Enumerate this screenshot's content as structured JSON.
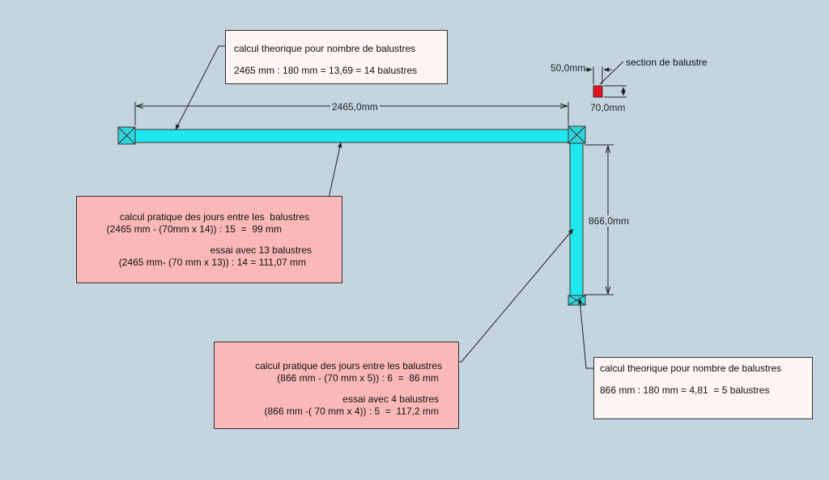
{
  "colors": {
    "background": "#c4d5e0",
    "rail_fill": "#1ee8ee",
    "post_fill": "#2fd4dc",
    "section_fill": "#e8121a",
    "practical_note_bg": "#fbb8b8",
    "theory_note_bg": "#fdf5f3"
  },
  "dimensions": {
    "top_length": "2465,0mm",
    "right_length": "866,0mm",
    "section_width": "50,0mm",
    "section_depth": "70,0mm"
  },
  "section_label": "section de balustre",
  "notes": {
    "top_theory": {
      "line1": "calcul theorique pour nombre de balustres",
      "line2": "2465 mm : 180 mm = 13,69 = 14 balustres"
    },
    "right_theory": {
      "line1": "calcul theorique pour nombre de balustres",
      "line2": "866 mm : 180 mm = 4,81  = 5 balustres"
    },
    "top_practical": {
      "line1": "calcul pratique des jours entre les  balustres",
      "line2": "(2465 mm - (70mm x 14)) : 15  =  99 mm",
      "line3": "essai avec 13 balustres",
      "line4": "(2465 mm- (70 mm x 13)) : 14 = 111,07 mm"
    },
    "right_practical": {
      "line1": "calcul pratique des jours entre les balustres",
      "line2": "(866 mm - (70 mm x 5)) : 6  =  86 mm",
      "line3": "essai avec 4 balustres",
      "line4": "(866 mm -( 70 mm x 4)) : 5  =  117,2 mm"
    }
  }
}
